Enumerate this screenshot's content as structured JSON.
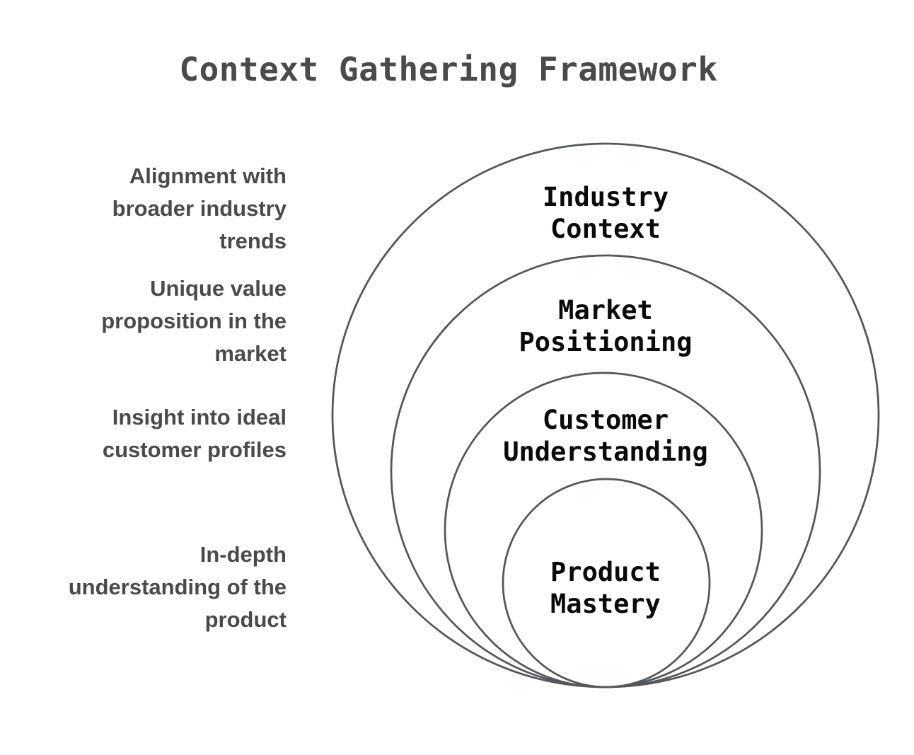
{
  "title": "Context Gathering Framework",
  "colors": {
    "background": "#ffffff",
    "title_text": "#4a4a4a",
    "description_text": "#4a4a4a",
    "ring_label_text": "#0a0a0a",
    "ring_stroke": "#54575a"
  },
  "rings": [
    {
      "label_lines": [
        "Industry",
        "Context"
      ],
      "description_lines": [
        "Alignment with",
        "broader industry",
        "trends"
      ]
    },
    {
      "label_lines": [
        "Market",
        "Positioning"
      ],
      "description_lines": [
        "Unique value",
        "proposition in the",
        "market"
      ]
    },
    {
      "label_lines": [
        "Customer",
        "Understanding"
      ],
      "description_lines": [
        "Insight into ideal",
        "customer profiles"
      ]
    },
    {
      "label_lines": [
        "Product",
        "Mastery"
      ],
      "description_lines": [
        "In-depth",
        "understanding of the",
        "product"
      ]
    }
  ]
}
